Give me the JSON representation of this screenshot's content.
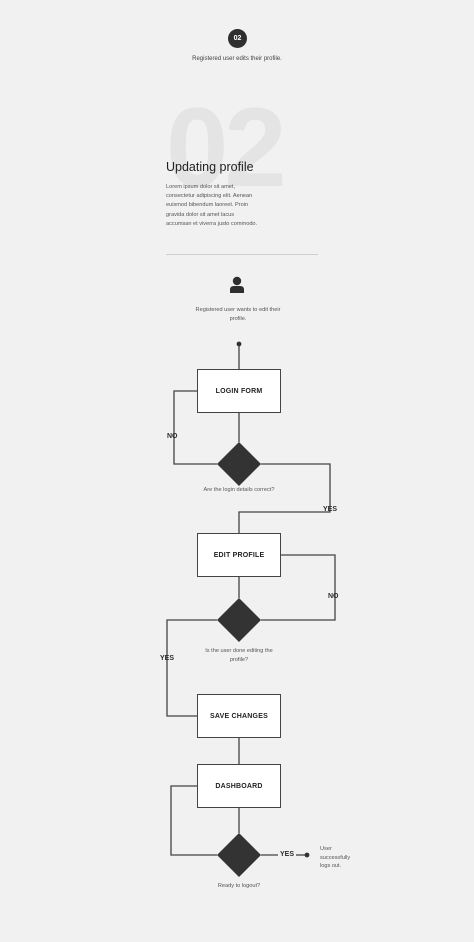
{
  "header": {
    "step_number": "02",
    "step_caption": "Registered user edits their profile."
  },
  "section": {
    "big_number": "02",
    "title": "Updating profile",
    "body": "Lorem ipsum dolor sit amet, consectetur adipiscing elit. Aenean euismod bibendum laoreet. Proin gravida dolor sit amet lacus accumsan et viverra justo commodo."
  },
  "flow": {
    "actor_icon": "user-icon",
    "actor_text": "Registered user wants to edit their profile.",
    "nodes": {
      "login_form": "LOGIN FORM",
      "edit_profile": "EDIT PROFILE",
      "save_changes": "SAVE CHANGES",
      "dashboard": "DASHBOARD"
    },
    "decisions": {
      "login_correct": "Are the login details correct?",
      "done_editing": "Is the user done editing the profile?",
      "ready_logout": "Ready to logout?"
    },
    "edge_labels": {
      "login_no": "NO",
      "login_yes": "YES",
      "edit_no": "NO",
      "edit_yes": "YES",
      "logout_yes": "YES"
    },
    "end_text": "User successfully logs out."
  },
  "colors": {
    "background": "#f1f1f1",
    "dark": "#333333",
    "line": "#444444"
  }
}
